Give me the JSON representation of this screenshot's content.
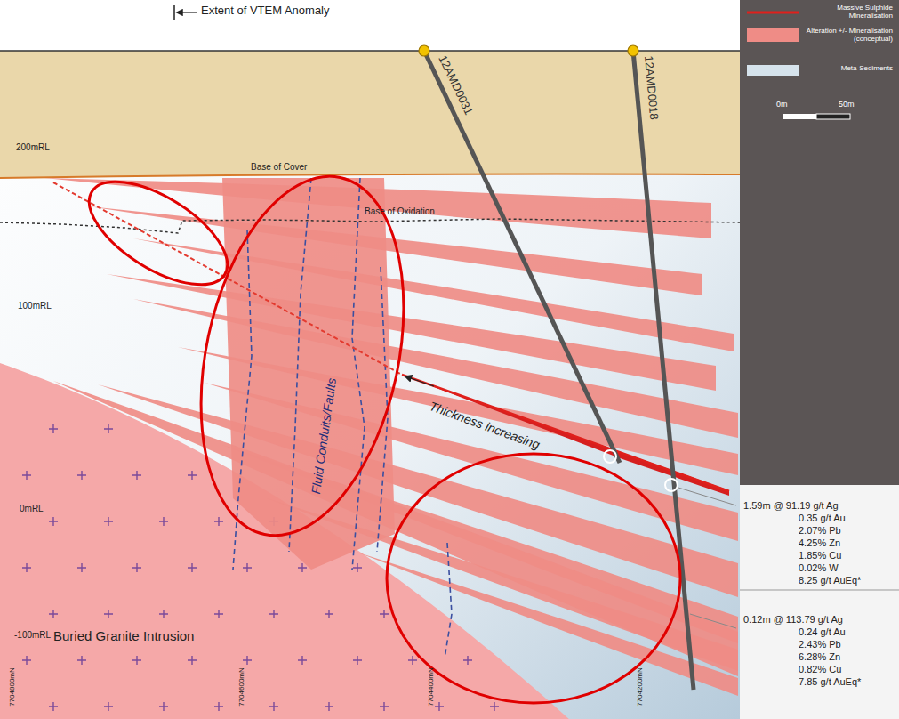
{
  "diagram": {
    "labels": [
      "Extent of VTEM Anomaly",
      "12AMD0031",
      "12AMD0018",
      "Base of Cover",
      "Base of Oxidation",
      "200mRL",
      "100mRL",
      "0mRL",
      "-100mRL",
      "Fluid Conduits/Faults",
      "Thickness increasing",
      "Buried Granite Intrusion",
      "0m",
      "50m",
      "1.59m @ 91.19 g/t Ag",
      "0.35 g/t Au",
      "2.07% Pb",
      "4.25% Zn",
      "1.85% Cu",
      "0.02% W",
      "8.25 g/t AuEq*",
      "0.12m @ 113.79 g/t Ag",
      "0.24 g/t Au",
      "2.43% Pb",
      "6.28% Zn",
      "0.82% Cu",
      "7.85 g/t AuEq*",
      "7704800mN",
      "7704600mN",
      "7704400mN",
      "7704200mN"
    ],
    "legend": [
      {
        "text": "Massive Sulphide Mineralisation"
      },
      {
        "text": "Alteration +/- Mineralisation (conceptual)",
        "color": "#ef8c86"
      },
      {
        "text": "Meta-Sediments",
        "color": "#d6e3ec"
      }
    ]
  }
}
